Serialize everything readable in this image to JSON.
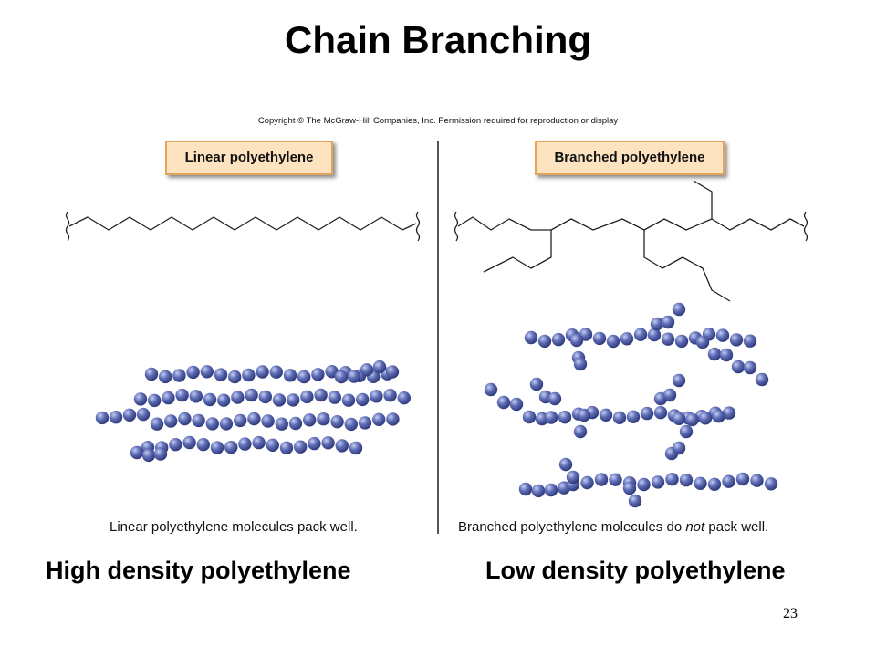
{
  "slide": {
    "title": "Chain Branching",
    "copyright": "Copyright © The McGraw-Hill Companies, Inc. Permission required for reproduction or display",
    "page_number": "23"
  },
  "left_panel": {
    "label": "Linear polyethylene",
    "caption": "Linear polyethylene molecules pack well.",
    "density_label": "High density polyethylene"
  },
  "right_panel": {
    "label": "Branched polyethylene",
    "caption_before": "Branched polyethylene molecules do ",
    "caption_emphasis": "not",
    "caption_after": " pack well.",
    "density_label": "Low density polyethylene"
  },
  "colors": {
    "label_fill": "#fde3bf",
    "label_border": "#e2a35a",
    "sphere_light": "#c4cdf2",
    "sphere_mid": "#5e6cb5",
    "sphere_dark": "#283272"
  }
}
